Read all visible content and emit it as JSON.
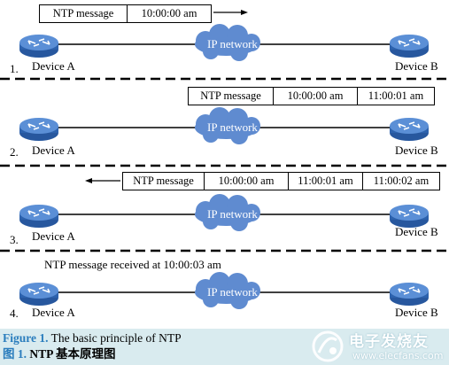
{
  "diagram": {
    "cloud_label": "IP network",
    "device_a": "Device A",
    "device_b": "Device B",
    "colors": {
      "cloud": "#5f8bd0",
      "router": "#3f74c2",
      "caption_band": "#d9ebef",
      "caption_prefix": "#2a7dbd"
    },
    "icons": [
      "router-icon",
      "cloud-icon",
      "arrow-icon"
    ],
    "steps": [
      {
        "number": "1.",
        "message_cells": [
          "NTP message",
          "10:00:00 am"
        ],
        "direction": "right"
      },
      {
        "number": "2.",
        "message_cells": [
          "NTP message",
          "10:00:00 am",
          "11:00:01 am"
        ]
      },
      {
        "number": "3.",
        "message_cells": [
          "NTP message",
          "10:00:00 am",
          "11:00:01 am",
          "11:00:02 am"
        ],
        "direction": "left"
      },
      {
        "number": "4.",
        "note": "NTP message received at 10:00:03 am"
      }
    ]
  },
  "caption": {
    "en_prefix": "Figure 1.",
    "en_text": "The basic principle of NTP",
    "zh_prefix": "图 1.",
    "zh_text": "NTP 基本原理图"
  },
  "watermark": {
    "logo_text": "电子发烧友",
    "url": "www.elecfans.com"
  }
}
